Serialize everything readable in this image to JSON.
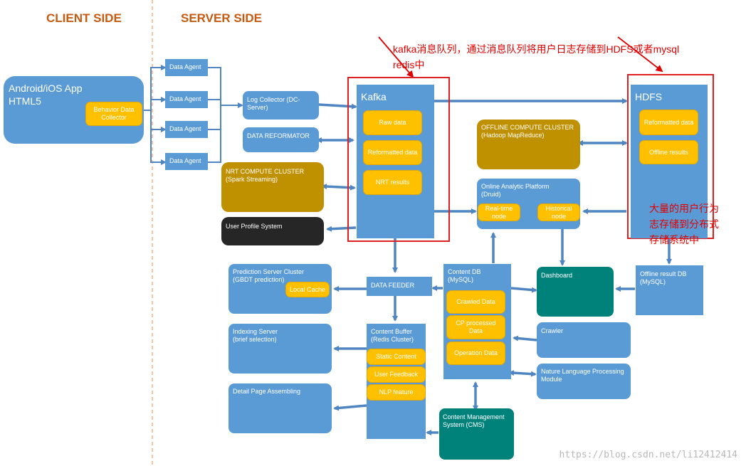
{
  "headers": {
    "client": "CLIENT SIDE",
    "server": "SERVER SIDE"
  },
  "annotations": {
    "kafka_note_1": "kafka消息队列，通过消息队列将用户日志存储到HDFS或者mysql",
    "kafka_note_2": "redis中",
    "hdfs_note_1": "大量的用户行为",
    "hdfs_note_2": "志存储到分布式",
    "hdfs_note_3": "存储系统中"
  },
  "client": {
    "app_line1": "Android/iOS App",
    "app_line2": "HTML5",
    "behavior": "Behavior Data Collector"
  },
  "agents": [
    "Data Agent",
    "Data Agent",
    "Data Agent",
    "Data Agent"
  ],
  "log_collector": "Log Collector (DC-Server)",
  "data_reformator": "DATA REFORMATOR",
  "nrt_cluster": {
    "line1": "NRT COMPUTE CLUSTER",
    "line2": " (Spark Streaming)"
  },
  "user_profile": "User Profile System",
  "kafka": {
    "title": "Kafka",
    "items": [
      "Raw data",
      "Reformatted data",
      "NRT results"
    ]
  },
  "offline_cluster": {
    "line1": "OFFLINE COMPUTE CLUSTER",
    "line2": "(Hadoop MapReduce)"
  },
  "olap": {
    "line1": "Online Analytic Platform",
    "line2": "(Druid)",
    "realtime": "Real-time node",
    "historical": "Historical node"
  },
  "hdfs": {
    "title": "HDFS",
    "items": [
      "Reformatted data",
      "Offline results"
    ]
  },
  "prediction": {
    "line1": "Prediction Server Cluster",
    "line2": "(GBDT prediction)",
    "cache": "Local Cache"
  },
  "data_feeder": "DATA FEEDER",
  "content_db": {
    "line1": "Content DB",
    "line2": "(MySQL)",
    "items": [
      "Crawled Data",
      "CP processed Data",
      "Operation Data"
    ]
  },
  "dashboard": "Dashboard",
  "offline_db": {
    "line1": "Offline result DB",
    "line2": "(MySQL)"
  },
  "indexing": {
    "line1": "Indexing Server",
    "line2": "(brief selection)"
  },
  "content_buffer": {
    "line1": "Content Buffer",
    "line2": "(Redis Cluster)",
    "items": [
      "Static Content",
      "User Feedback",
      "NLP feature"
    ]
  },
  "crawler": "Crawler",
  "nlp": "Nature Language Processing Module",
  "detail_page": "Detail Page Assembling",
  "cms": "Content Management System (CMS)",
  "watermark": "https://blog.csdn.net/li12412414",
  "colors": {
    "blue": "#5b9bd5",
    "yellow": "#ffc000",
    "gold": "#bf9000",
    "teal": "#00827b",
    "dark": "#262626",
    "red": "#e00000",
    "header": "#c55a11",
    "arrow": "#4f86c2"
  }
}
